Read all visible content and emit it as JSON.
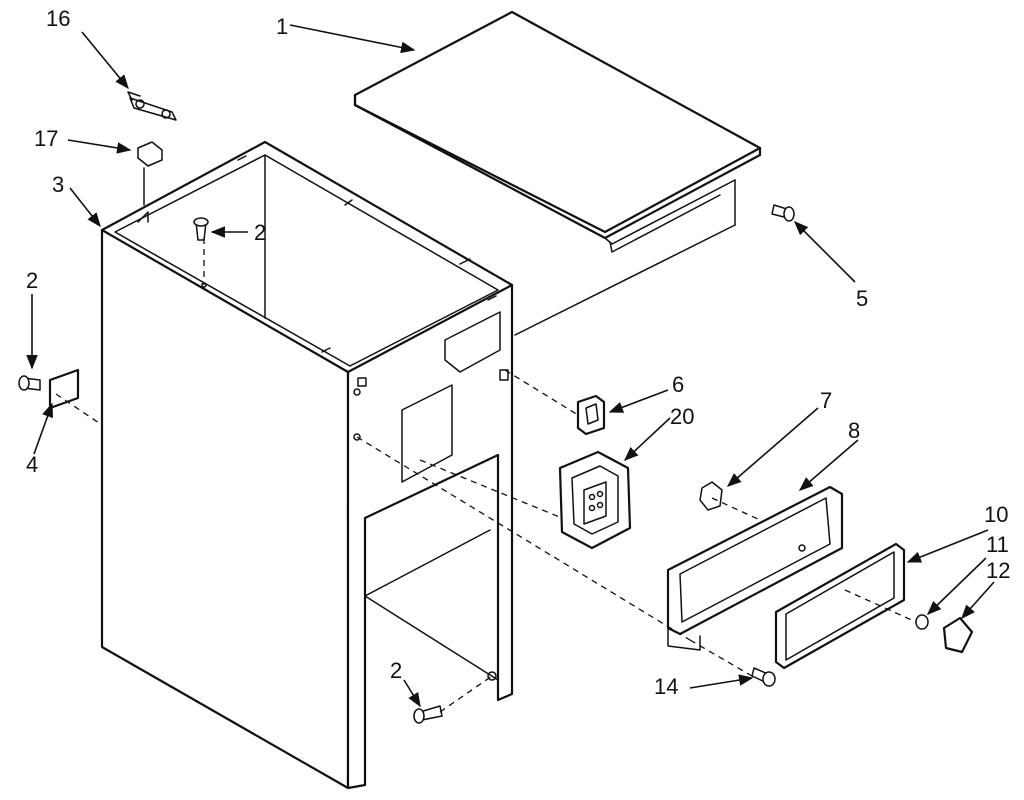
{
  "callouts": [
    {
      "id": "1",
      "text": "1"
    },
    {
      "id": "2a",
      "text": "2"
    },
    {
      "id": "2b",
      "text": "2"
    },
    {
      "id": "2c",
      "text": "2"
    },
    {
      "id": "3",
      "text": "3"
    },
    {
      "id": "4",
      "text": "4"
    },
    {
      "id": "5",
      "text": "5"
    },
    {
      "id": "6",
      "text": "6"
    },
    {
      "id": "7",
      "text": "7"
    },
    {
      "id": "8",
      "text": "8"
    },
    {
      "id": "10",
      "text": "10"
    },
    {
      "id": "11",
      "text": "11"
    },
    {
      "id": "12",
      "text": "12"
    },
    {
      "id": "14",
      "text": "14"
    },
    {
      "id": "16",
      "text": "16"
    },
    {
      "id": "17",
      "text": "17"
    },
    {
      "id": "20",
      "text": "20"
    }
  ]
}
